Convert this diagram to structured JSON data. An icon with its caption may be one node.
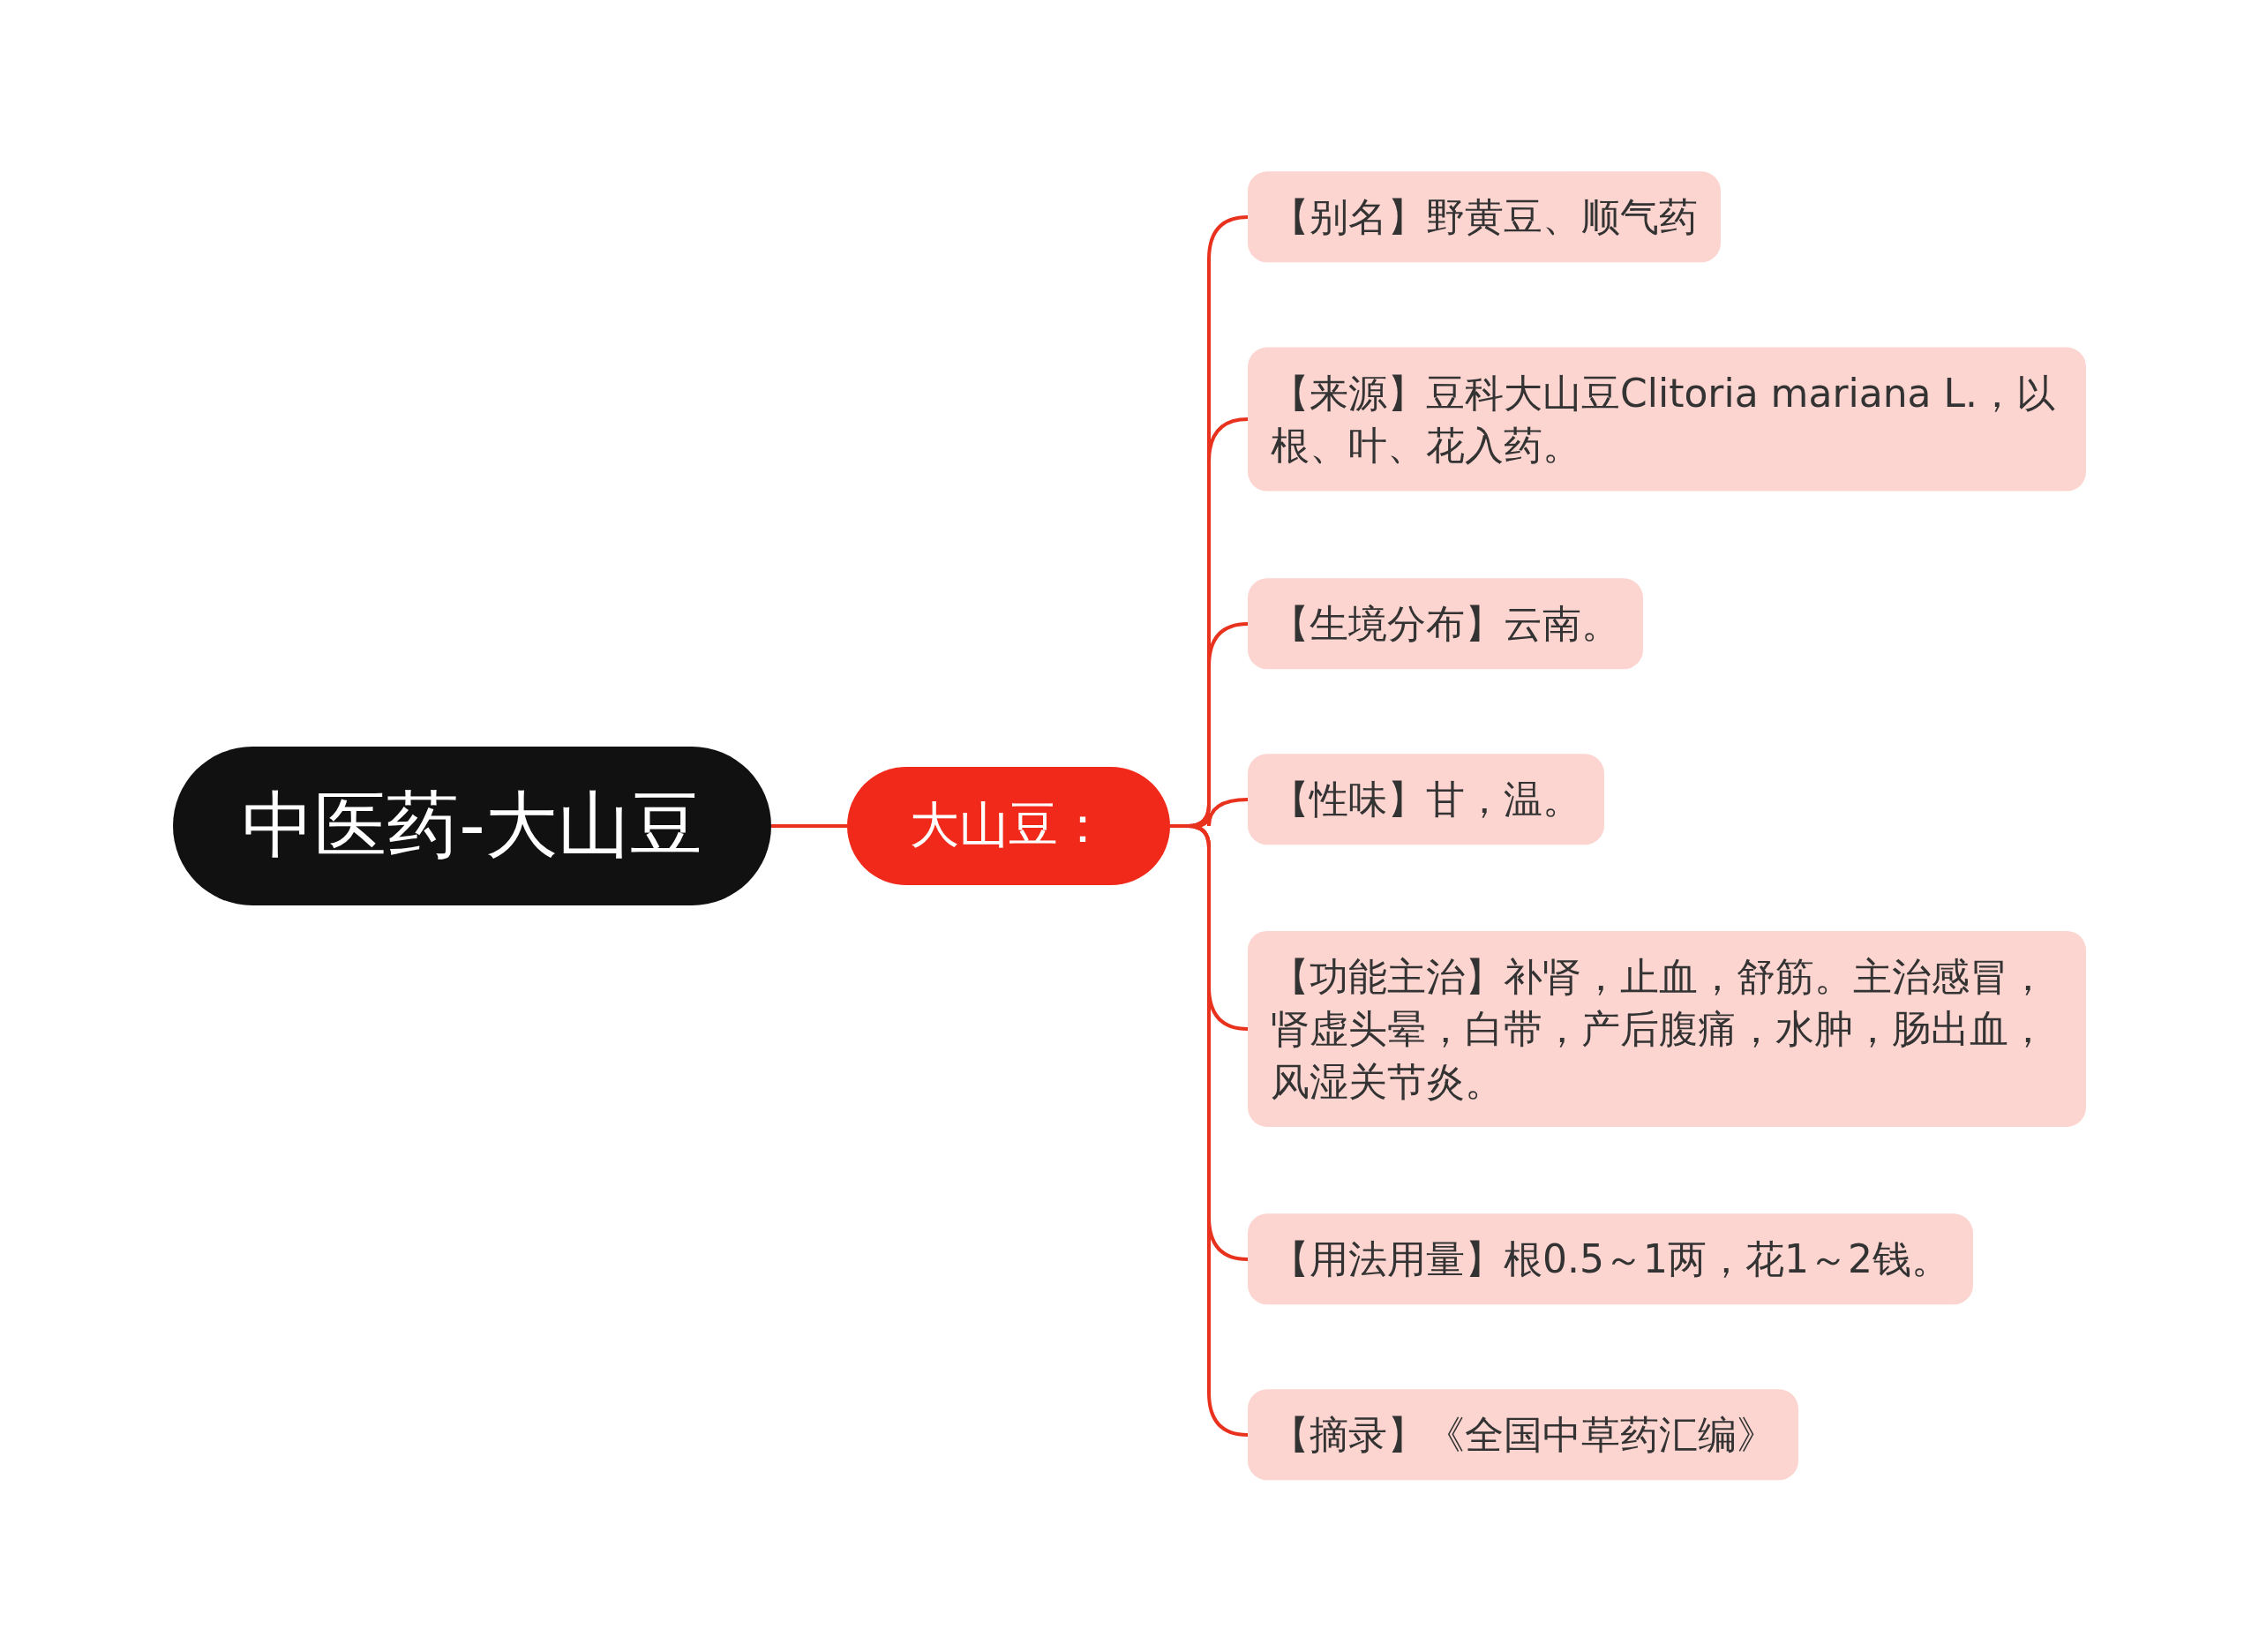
{
  "diagram": {
    "nodes": [
      {
        "text": [
          "中医药-大山豆"
        ]
      },
      {
        "text": [
          "大山豆："
        ]
      },
      {
        "text": [
          "【别名】野黄豆、顺气药"
        ]
      },
      {
        "text": [
          "【来源】豆科大山豆Clitoria mariana L.，以根、叶、花入药。"
        ]
      },
      {
        "text": [
          "【生境分布】云南。"
        ]
      },
      {
        "text": [
          "【性味】甘，温。"
        ]
      },
      {
        "text": [
          "【功能主治】补肾，止血，舒筋。主治感冒，肾虚头晕，白带，产后腹痛，水肿，肠出血，风湿关节炎。"
        ]
      },
      {
        "text": [
          "【用法用量】根0.5～1两，花1～2钱。"
        ]
      },
      {
        "text": [
          "【摘录】《全国中草药汇编》"
        ]
      }
    ],
    "edges": [
      {
        "from": 0,
        "to": 1,
        "arrow": "none"
      },
      {
        "from": 1,
        "to": 2,
        "arrow": "none"
      },
      {
        "from": 1,
        "to": 3,
        "arrow": "none"
      },
      {
        "from": 1,
        "to": 4,
        "arrow": "none"
      },
      {
        "from": 1,
        "to": 5,
        "arrow": "none"
      },
      {
        "from": 1,
        "to": 6,
        "arrow": "none"
      },
      {
        "from": 1,
        "to": 7,
        "arrow": "none"
      },
      {
        "from": 1,
        "to": 8,
        "arrow": "none"
      }
    ]
  }
}
